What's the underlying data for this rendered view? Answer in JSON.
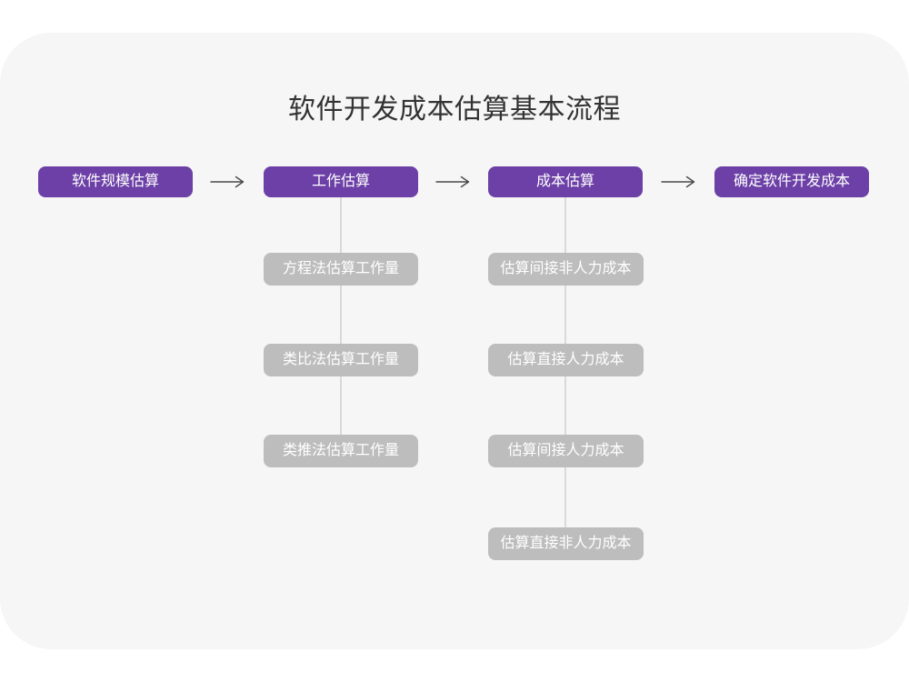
{
  "title": "软件开发成本估算基本流程",
  "stages": [
    {
      "label": "软件规模估算"
    },
    {
      "label": "工作估算"
    },
    {
      "label": "成本估算"
    },
    {
      "label": "确定软件开发成本"
    }
  ],
  "work_estimation_methods": [
    "方程法估算工作量",
    "类比法估算工作量",
    "类推法估算工作量"
  ],
  "cost_estimation_steps": [
    "估算间接非人力成本",
    "估算直接人力成本",
    "估算间接人力成本",
    "估算直接非人力成本"
  ],
  "colors": {
    "canvas": "#F6F6F7",
    "stage_node": "#6C40A6",
    "sub_node": "#BDBDBD",
    "connector": "#D9D9D9",
    "arrow": "#4A4A4A",
    "title_text": "#333333",
    "node_text": "#FFFFFF"
  }
}
